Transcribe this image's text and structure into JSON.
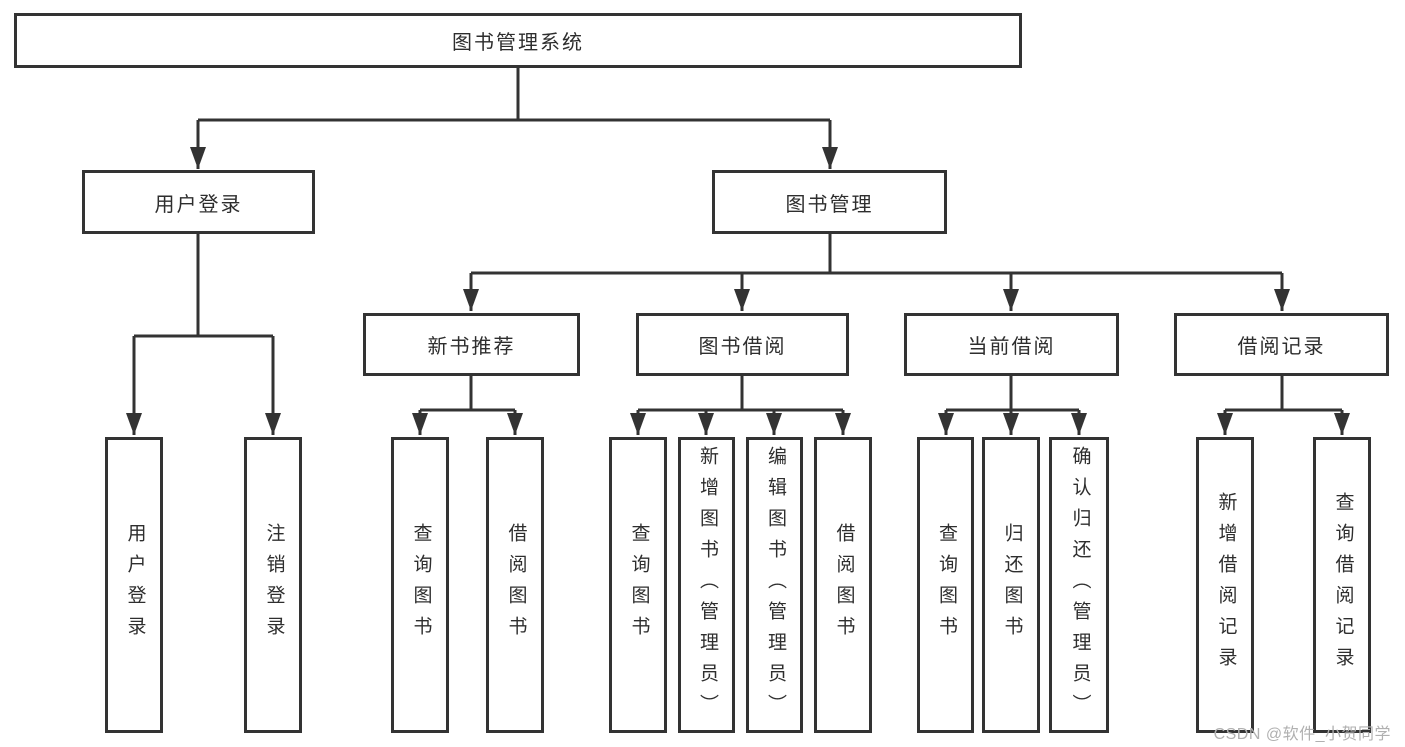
{
  "tree": {
    "label": "图书管理系统",
    "children": [
      {
        "label": "用户登录",
        "children": [
          {
            "label": "用户登录"
          },
          {
            "label": "注销登录"
          }
        ]
      },
      {
        "label": "图书管理",
        "children": [
          {
            "label": "新书推荐",
            "children": [
              {
                "label": "查询图书"
              },
              {
                "label": "借阅图书"
              }
            ]
          },
          {
            "label": "图书借阅",
            "children": [
              {
                "label": "查询图书"
              },
              {
                "label": "新增图书（管理员）"
              },
              {
                "label": "编辑图书（管理员）"
              },
              {
                "label": "借阅图书"
              }
            ]
          },
          {
            "label": "当前借阅",
            "children": [
              {
                "label": "查询图书"
              },
              {
                "label": "归还图书"
              },
              {
                "label": "确认归还（管理员）"
              }
            ]
          },
          {
            "label": "借阅记录",
            "children": [
              {
                "label": "新增借阅记录"
              },
              {
                "label": "查询借阅记录"
              }
            ]
          }
        ]
      }
    ]
  },
  "watermark": "CSDN @软件_小贺同学",
  "colors": {
    "background": "#ffffff",
    "line": "#333333",
    "box_border": "#333333",
    "text": "#2e2e2e",
    "watermark": "#b0b0b0"
  }
}
